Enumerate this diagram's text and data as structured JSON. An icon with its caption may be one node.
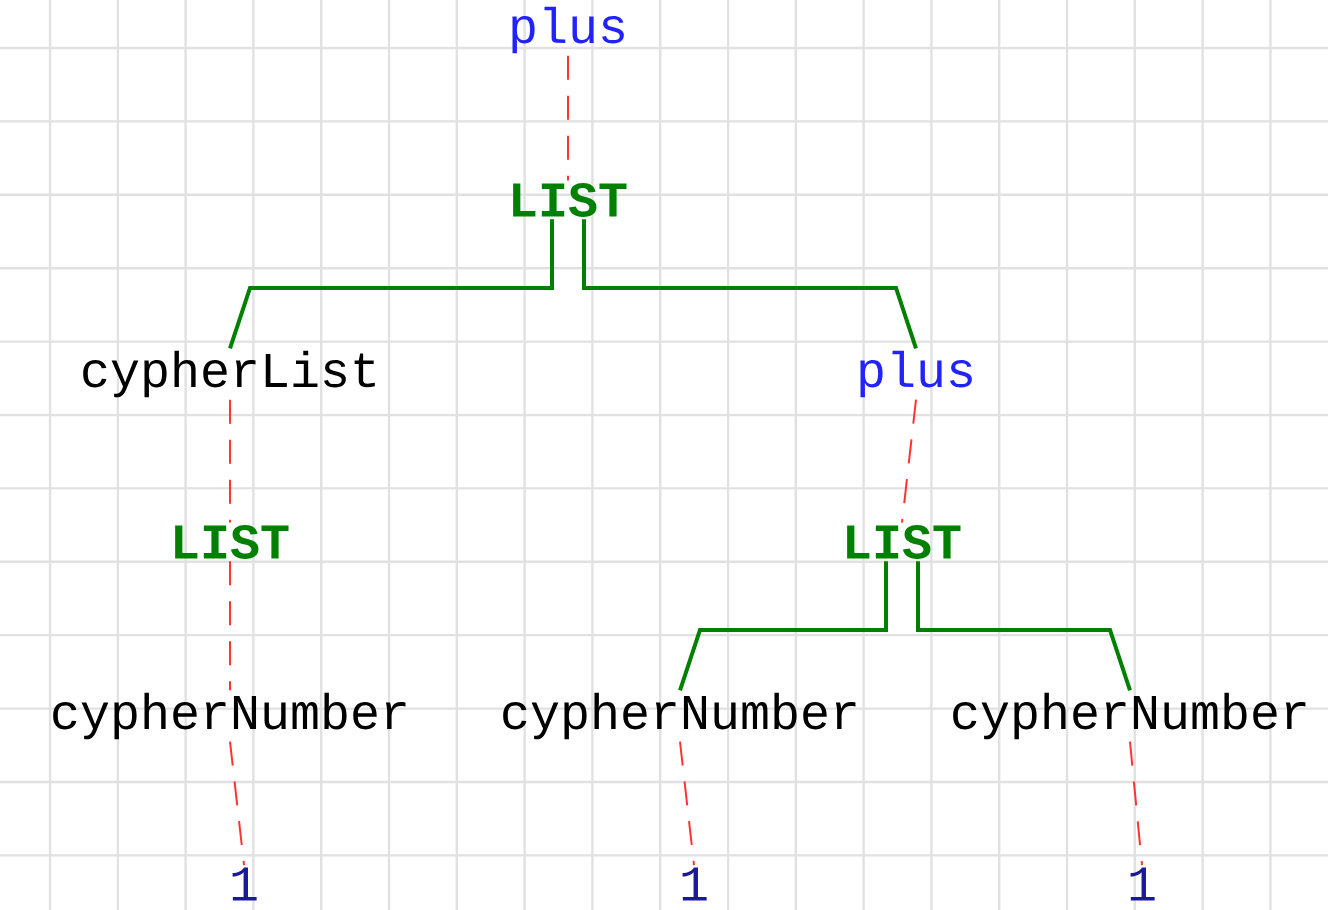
{
  "diagram": {
    "nodes": [
      {
        "text": [
          "plus"
        ]
      },
      {
        "text": [
          "LIST"
        ]
      },
      {
        "text": [
          "cypherList"
        ]
      },
      {
        "text": [
          "plus"
        ]
      },
      {
        "text": [
          "LIST"
        ]
      },
      {
        "text": [
          "LIST"
        ]
      },
      {
        "text": [
          "cypherNumber"
        ]
      },
      {
        "text": [
          "cypherNumber"
        ]
      },
      {
        "text": [
          "cypherNumber"
        ]
      },
      {
        "text": [
          "1"
        ]
      },
      {
        "text": [
          "1"
        ]
      },
      {
        "text": [
          "1"
        ]
      }
    ],
    "edges": [
      {
        "from": 0,
        "to": 1,
        "arrow": "none",
        "style": "dashed",
        "color": "#ff3333"
      },
      {
        "from": 1,
        "to": 2,
        "arrow": "none",
        "color": "#008000"
      },
      {
        "from": 1,
        "to": 3,
        "arrow": "none",
        "color": "#008000"
      },
      {
        "from": 2,
        "to": 4,
        "arrow": "none",
        "style": "dashed",
        "color": "#ff3333"
      },
      {
        "from": 3,
        "to": 5,
        "arrow": "none",
        "style": "dashed",
        "color": "#ff3333"
      },
      {
        "from": 4,
        "to": 6,
        "arrow": "none",
        "style": "dashed",
        "color": "#ff3333"
      },
      {
        "from": 5,
        "to": 7,
        "arrow": "none",
        "color": "#008000"
      },
      {
        "from": 5,
        "to": 8,
        "arrow": "none",
        "color": "#008000"
      },
      {
        "from": 6,
        "to": 9,
        "arrow": "none",
        "style": "dashed",
        "color": "#ff3333"
      },
      {
        "from": 7,
        "to": 10,
        "arrow": "none",
        "style": "dashed",
        "color": "#ff3333"
      },
      {
        "from": 8,
        "to": 11,
        "arrow": "none",
        "style": "dashed",
        "color": "#ff3333"
      }
    ]
  }
}
